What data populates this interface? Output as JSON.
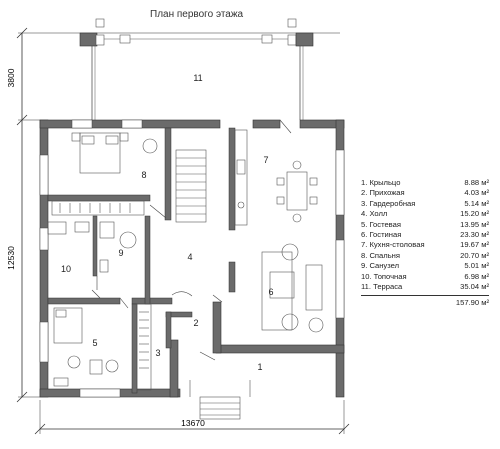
{
  "plan": {
    "title": "План первого этажа",
    "dimensions": {
      "terrace_depth": "3800",
      "house_depth": "12530",
      "house_width": "13670"
    },
    "room_numbers": {
      "r1": "1",
      "r2": "2",
      "r3": "3",
      "r4": "4",
      "r5": "5",
      "r6": "6",
      "r7": "7",
      "r8": "8",
      "r9": "9",
      "r10": "10",
      "r11": "11"
    },
    "legend": [
      {
        "label": "1. Крыльцо",
        "area": "8.88 м²"
      },
      {
        "label": "2. Прихожая",
        "area": "4.03 м²"
      },
      {
        "label": "3. Гардеробная",
        "area": "5.14 м²"
      },
      {
        "label": "4. Холл",
        "area": "15.20 м²"
      },
      {
        "label": "5. Гостевая",
        "area": "13.95 м²"
      },
      {
        "label": "6. Гостиная",
        "area": "23.30 м²"
      },
      {
        "label": "7. Кухня-столовая",
        "area": "19.67 м²"
      },
      {
        "label": "8. Спальня",
        "area": "20.70 м²"
      },
      {
        "label": "9. Санузел",
        "area": "5.01 м²"
      },
      {
        "label": "10. Топочная",
        "area": "6.98 м²"
      },
      {
        "label": "11. Терраса",
        "area": "35.04 м²"
      }
    ],
    "total_area": "157.90 м²"
  }
}
